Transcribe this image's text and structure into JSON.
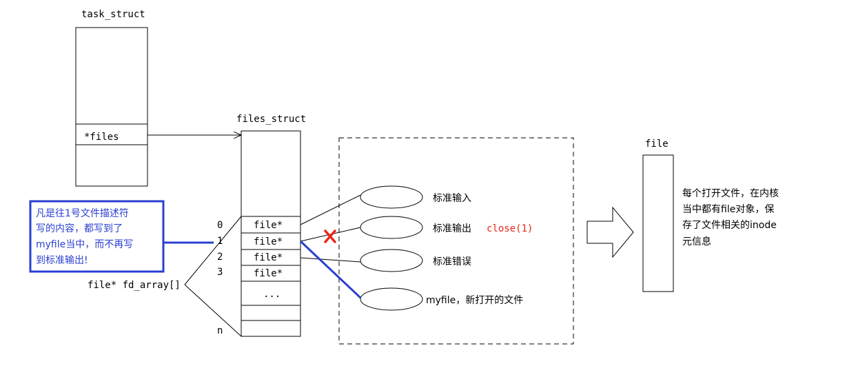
{
  "task_struct": {
    "title": "task_struct",
    "files_field": "*files"
  },
  "files_struct": {
    "title": "files_struct",
    "indices": [
      "0",
      "1",
      "2",
      "3"
    ],
    "index_n": "n",
    "slots": [
      "file*",
      "file*",
      "file*",
      "file*"
    ],
    "ellipsis": "...",
    "fd_array_label": "file* fd_array[]"
  },
  "streams": {
    "stdin": "标准输入",
    "stdout": "标准输出",
    "stdout_close": "close(1)",
    "stderr": "标准错误",
    "myfile": "myfile，新打开的文件"
  },
  "file_box": {
    "title": "file",
    "description_lines": [
      "每个打开文件，在内核",
      "当中都有file对象，保",
      "存了文件相关的inode",
      "元信息"
    ]
  },
  "annotation": {
    "lines": [
      "凡是往1号文件描述符",
      "写的内容，都写到了",
      "myfile当中，而不再写",
      "到标准输出!"
    ]
  },
  "colors": {
    "annotation_blue": "#2a3fd0",
    "close_red": "#e8261c"
  }
}
